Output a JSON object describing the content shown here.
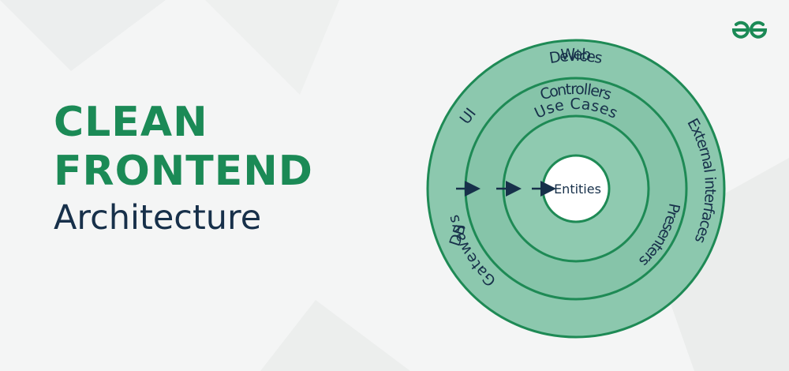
{
  "title": {
    "line1": "CLEAN",
    "line2": "FRONTEND",
    "subtitle": "Architecture"
  },
  "logo": {
    "icon": "geeksforgeeks-logo-icon"
  },
  "diagram": {
    "outer_ring": {
      "labels": [
        "Devices",
        "External interfaces",
        "Web",
        "DB",
        "UI"
      ]
    },
    "middle_ring": {
      "labels": [
        "Controllers",
        "Presenters",
        "Gateways"
      ]
    },
    "inner_ring": {
      "labels": [
        "Use Cases"
      ]
    },
    "center": {
      "label": "Entities"
    },
    "arrow_icon": "arrow-right-icon"
  },
  "colors": {
    "brand_green": "#1b8a56",
    "ring_fill": "#8cc8ae",
    "ring_stroke": "#1e8a55",
    "text_dark": "#17304a",
    "background": "#f4f5f5"
  }
}
